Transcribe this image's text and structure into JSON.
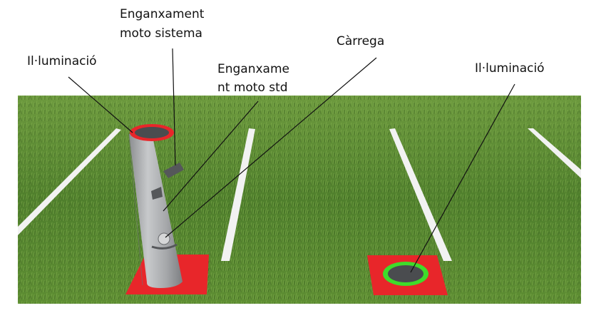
{
  "labels": {
    "illumination_left": "Il·luminació",
    "hook_system_line1": "Enganxament",
    "hook_system_line2": "moto sistema",
    "hook_std_line1": "Enganxame",
    "hook_std_line2": "nt moto std",
    "charge": "Càrrega",
    "illumination_right": "Il·luminació"
  },
  "colors": {
    "grass_dark": "#3f6b24",
    "grass_mid": "#5b8a35",
    "grass_light": "#7aa64a",
    "lane_line": "#f2f2f2",
    "pad_red": "#e8262a",
    "tube_gray": "#a9abae",
    "ring_red": "#e8262a",
    "ring_green": "#3fdc2a",
    "hole_dark": "#4a4c4f",
    "leader_line": "#111111"
  }
}
